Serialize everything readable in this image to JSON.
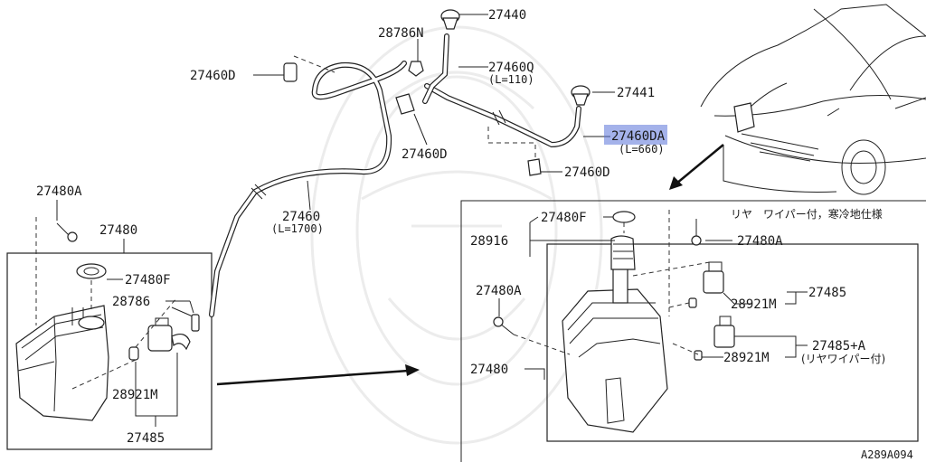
{
  "diagram_code": "A289A094",
  "highlight_color": "#5a73d8",
  "labels": {
    "p27440": "27440",
    "p28786N": "28786N",
    "p27460D_top": "27460D",
    "p27460Q": "27460Q",
    "p27460Q_len": "(L=110)",
    "p27441": "27441",
    "p27460D_mid": "27460D",
    "p27460DA": "27460DA",
    "p27460DA_len": "(L=660)",
    "p27460D_low": "27460D",
    "p27460": "27460",
    "p27460_len": "(L=1700)",
    "p27480A_left": "27480A",
    "p27480_left": "27480",
    "p27480F_left": "27480F",
    "p28786": "28786",
    "p28921M_left": "28921M",
    "p27485_left": "27485",
    "p27480F_right": "27480F",
    "p28916": "28916",
    "p27480A_right_top": "27480A",
    "p27480A_right_left": "27480A",
    "p27485_right": "27485",
    "p28921M_right1": "28921M",
    "p27485A": "27485+A",
    "p27485A_note": "(リヤワイパー付)",
    "p28921M_right2": "28921M",
    "p27480_right": "27480",
    "inset_note": "リヤ　ワイパー付，寒冷地仕様"
  }
}
